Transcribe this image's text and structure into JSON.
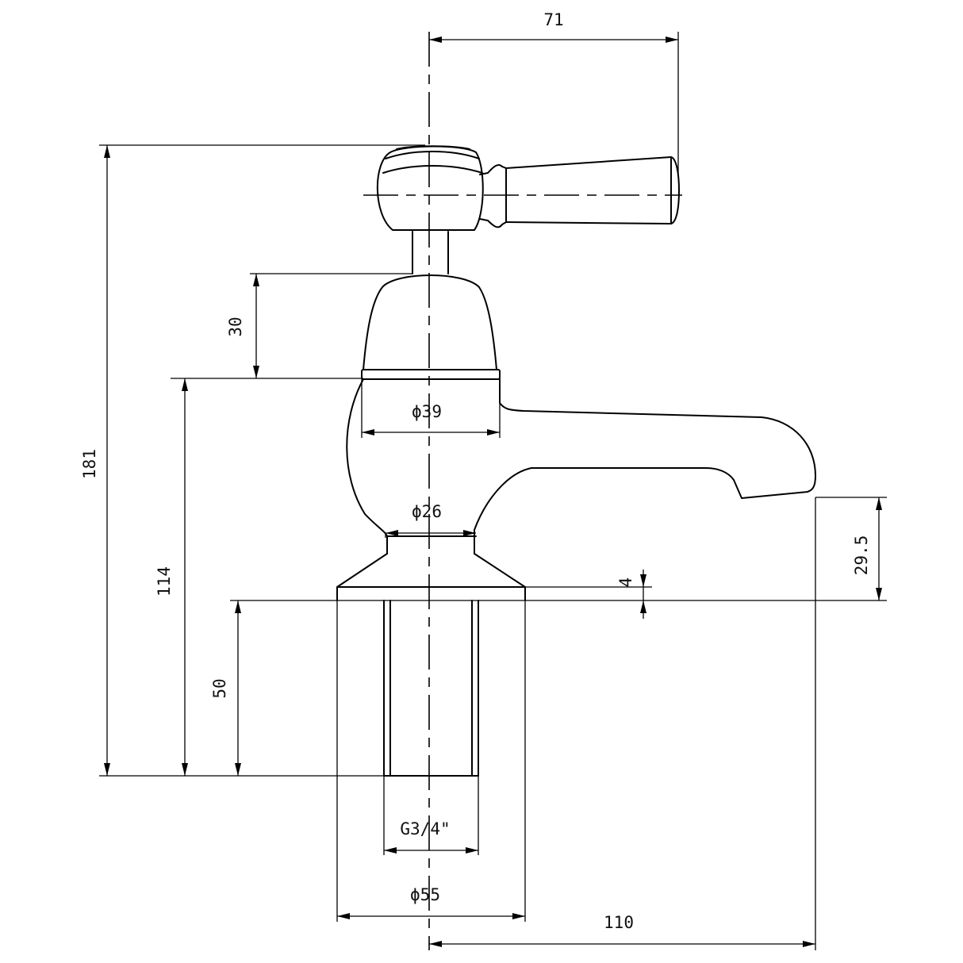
{
  "drawing": {
    "type": "technical-elevation",
    "line_color": "#000000",
    "background": "#ffffff",
    "dimensions": {
      "spout_to_lever_end": "71",
      "total_height": "181",
      "headgear_height": "30",
      "height_to_headgear": "114",
      "shank_length": "50",
      "headgear_diameter": "ϕ39",
      "neck_diameter": "ϕ26",
      "base_diameter": "ϕ55",
      "thread": "G3/4\"",
      "base_thickness": "4",
      "spout_height": "29.5",
      "spout_reach": "110"
    }
  }
}
